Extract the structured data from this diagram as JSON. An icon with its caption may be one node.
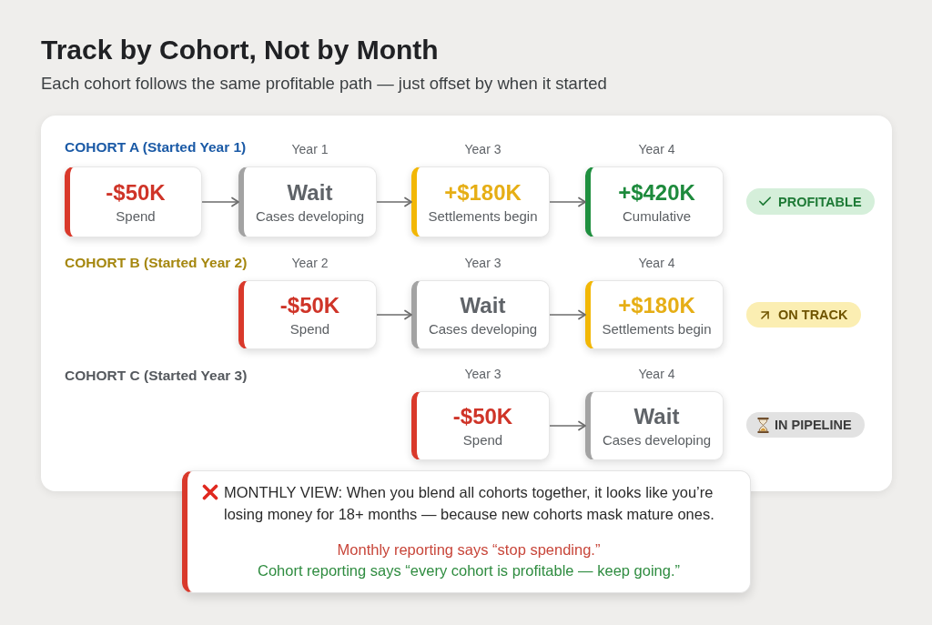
{
  "diagram": {
    "title": "Track by Cohort, Not by Month",
    "nodes": [
      {
        "text": [
          "COHORT A (Started Year 1)",
          "COHORT B (Started Year 2)",
          "COHORT C (Started Year 3)"
        ]
      },
      {
        "text": [
          "-$50K",
          "Spend"
        ],
        "in": 0
      },
      {
        "text": [
          "Wait",
          "Cases developing"
        ],
        "beside": [
          "Year 1"
        ],
        "in": 0
      },
      {
        "text": [
          "+$180K",
          "Settlements begin"
        ],
        "beside": [
          "Year 3"
        ],
        "in": 0
      },
      {
        "text": [
          "+$420K",
          "Cumulative"
        ],
        "beside": [
          "Year 4"
        ],
        "in": 0
      },
      {
        "text": [
          "PROFITABLE"
        ],
        "in": 0
      },
      {
        "text": [
          "-$50K",
          "Spend"
        ],
        "beside": [
          "Year 2"
        ],
        "in": 0
      },
      {
        "text": [
          "Wait",
          "Cases developing"
        ],
        "beside": [
          "Year 3"
        ],
        "in": 0
      },
      {
        "text": [
          "+$180K",
          "Settlements begin"
        ],
        "beside": [
          "Year 4"
        ],
        "in": 0
      },
      {
        "text": [
          "ON TRACK"
        ],
        "in": 0
      },
      {
        "text": [
          "-$50K",
          "Spend"
        ],
        "beside": [
          "Year 3"
        ],
        "in": 0
      },
      {
        "text": [
          "Wait",
          "Cases developing"
        ],
        "beside": [
          "Year 4"
        ],
        "in": 0
      },
      {
        "text": [
          "IN PIPELINE"
        ],
        "in": 0
      },
      {
        "text": [
          "MONTHLY VIEW: When you blend all cohorts together, it looks like you’re losing money for 18+ months — because new cohorts mask mature ones.",
          "Monthly reporting says “stop spending.”",
          "Cohort reporting says “every cohort is profitable — keep going.”"
        ]
      }
    ],
    "edges": [
      {
        "from": 1,
        "to": 2,
        "arrow": "to"
      },
      {
        "from": 2,
        "to": 3,
        "arrow": "to"
      },
      {
        "from": 3,
        "to": 4,
        "arrow": "to"
      },
      {
        "from": 6,
        "to": 7,
        "arrow": "to"
      },
      {
        "from": 7,
        "to": 8,
        "arrow": "to"
      },
      {
        "from": 10,
        "to": 11,
        "arrow": "to"
      }
    ],
    "labels": [
      "Each cohort follows the same profitable path — just offset by when it started"
    ]
  }
}
